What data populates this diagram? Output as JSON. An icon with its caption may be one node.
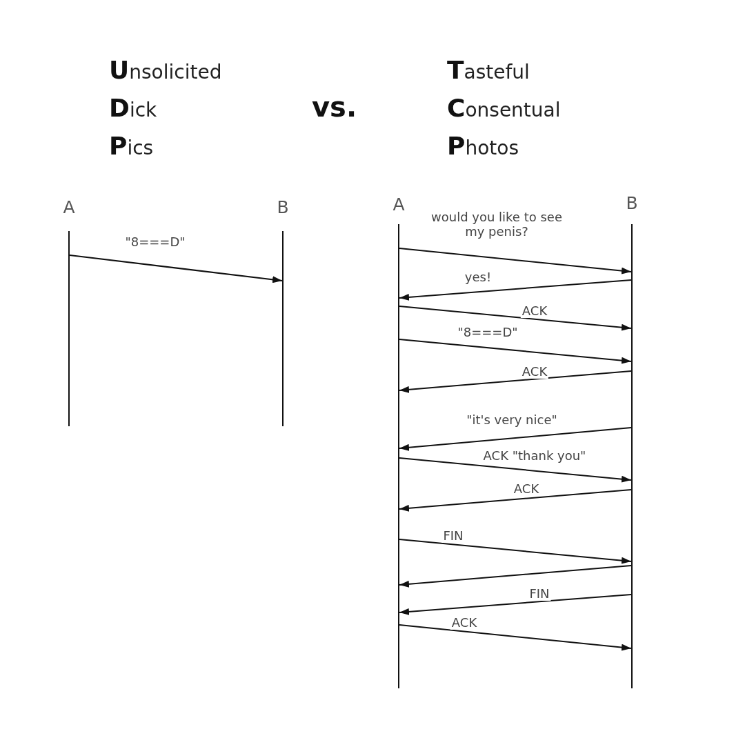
{
  "diagram": {
    "nodes": [
      {
        "text": [
          "A"
        ]
      },
      {
        "text": [
          "B"
        ]
      },
      {
        "text": [
          "A"
        ]
      },
      {
        "text": [
          "B"
        ]
      }
    ],
    "edges": [
      {
        "from": 0,
        "to": 1,
        "arrow": "to",
        "label": "\"8===D\""
      },
      {
        "from": 2,
        "to": 3,
        "arrow": "to",
        "label": "would you like to see my penis?"
      },
      {
        "from": 3,
        "to": 2,
        "arrow": "to",
        "label": "yes!"
      },
      {
        "from": 2,
        "to": 3,
        "arrow": "to",
        "label": "ACK"
      },
      {
        "from": 2,
        "to": 3,
        "arrow": "to",
        "label": "\"8===D\""
      },
      {
        "from": 3,
        "to": 2,
        "arrow": "to",
        "label": "ACK"
      },
      {
        "from": 3,
        "to": 2,
        "arrow": "to",
        "label": "\"it's very nice\""
      },
      {
        "from": 2,
        "to": 3,
        "arrow": "to",
        "label": "ACK \"thank you\""
      },
      {
        "from": 3,
        "to": 2,
        "arrow": "to",
        "label": "ACK"
      },
      {
        "from": 2,
        "to": 3,
        "arrow": "to",
        "label": "FIN"
      },
      {
        "from": 3,
        "to": 2,
        "arrow": "to"
      },
      {
        "from": 3,
        "to": 2,
        "arrow": "to",
        "label": "FIN"
      },
      {
        "from": 2,
        "to": 3,
        "arrow": "to",
        "label": "ACK"
      }
    ],
    "labels": [
      "**U**nsolicited",
      "**D**ick",
      "**P**ics",
      "vs.",
      "**T**asteful",
      "**C**onsentual",
      "**P**hotos"
    ]
  }
}
